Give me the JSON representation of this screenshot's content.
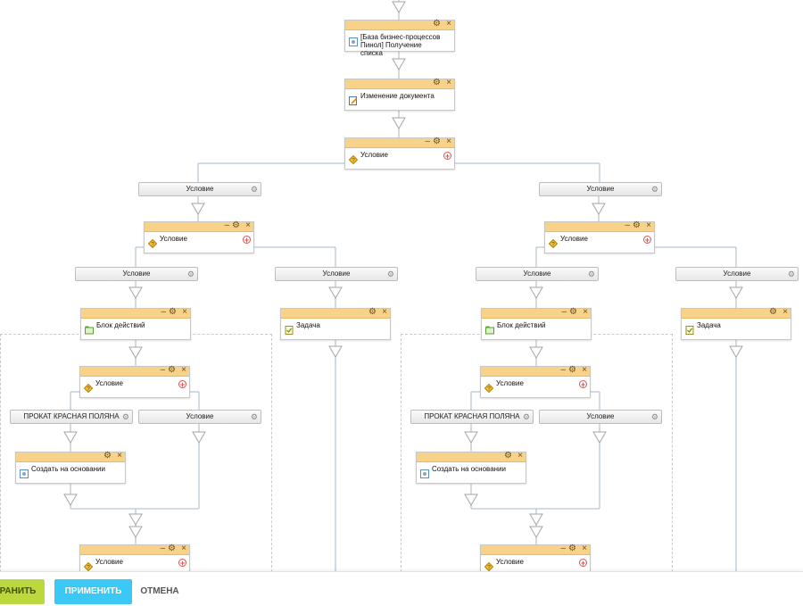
{
  "activities": {
    "db_list": "[База бизнес-процессов Пинол] Получение списка",
    "doc_change": "Изменение документа",
    "condition": "Условие",
    "action_block": "Блок действий",
    "task": "Задача",
    "create_based": "Создать на основании"
  },
  "branches": {
    "condition": "Условие",
    "rental": "ПРОКАТ КРАСНАЯ ПОЛЯНА"
  },
  "controls": {
    "minimize": "–",
    "settings": "⚙",
    "close": "×",
    "add": "+",
    "branch_settings": "⚙"
  },
  "footer": {
    "save_label": "РАНИТЬ",
    "apply_label": "ПРИМЕНИТЬ",
    "cancel_label": "ОТМЕНА"
  },
  "colors": {
    "header": "#f9d28a",
    "connector": "#b9c6d3",
    "save": "#bbd93c",
    "apply": "#3bc8f5"
  }
}
